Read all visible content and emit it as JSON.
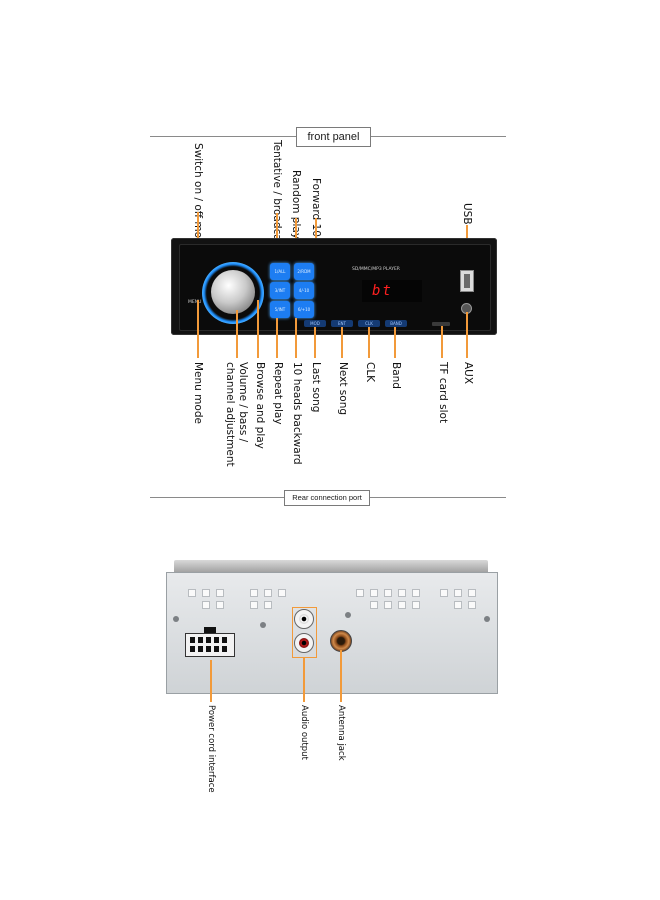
{
  "sections": {
    "front_title": "front panel",
    "rear_title": "Rear connection port"
  },
  "front_labels_top": {
    "switch": "Switch on / off mode",
    "tentative": "Tentative / broadcast",
    "random": "Random play",
    "forward10": "Forward 10",
    "usb": "USB"
  },
  "front_labels_bottom": {
    "menu": "Menu mode",
    "volume_line1": "Volume / bass /",
    "volume_line2": "channel adjustment",
    "browse": "Browse and play",
    "repeat": "Repeat play",
    "heads10": "10 heads backward",
    "last": "Last song",
    "next": "Next song",
    "clk": "CLK",
    "band": "Band",
    "tf": "TF card slot",
    "aux": "AUX"
  },
  "device": {
    "player_text": "SD/MMC/MP3 PLAYER",
    "display_text": "bt",
    "btn_tl": "1/ALL",
    "btn_tr": "2/RDM",
    "btn_ml": "3/INT",
    "btn_mr": "4/-10",
    "btn_bl": "5/INT",
    "btn_br": "6/+10",
    "small_btn_1": "MOD",
    "small_btn_2": "ENT",
    "small_btn_3": "CLK",
    "small_btn_4": "BAND",
    "side_label": "MENU"
  },
  "rear_labels": {
    "power": "Power cord interface",
    "audio": "Audio output",
    "antenna": "Antenna jack"
  }
}
